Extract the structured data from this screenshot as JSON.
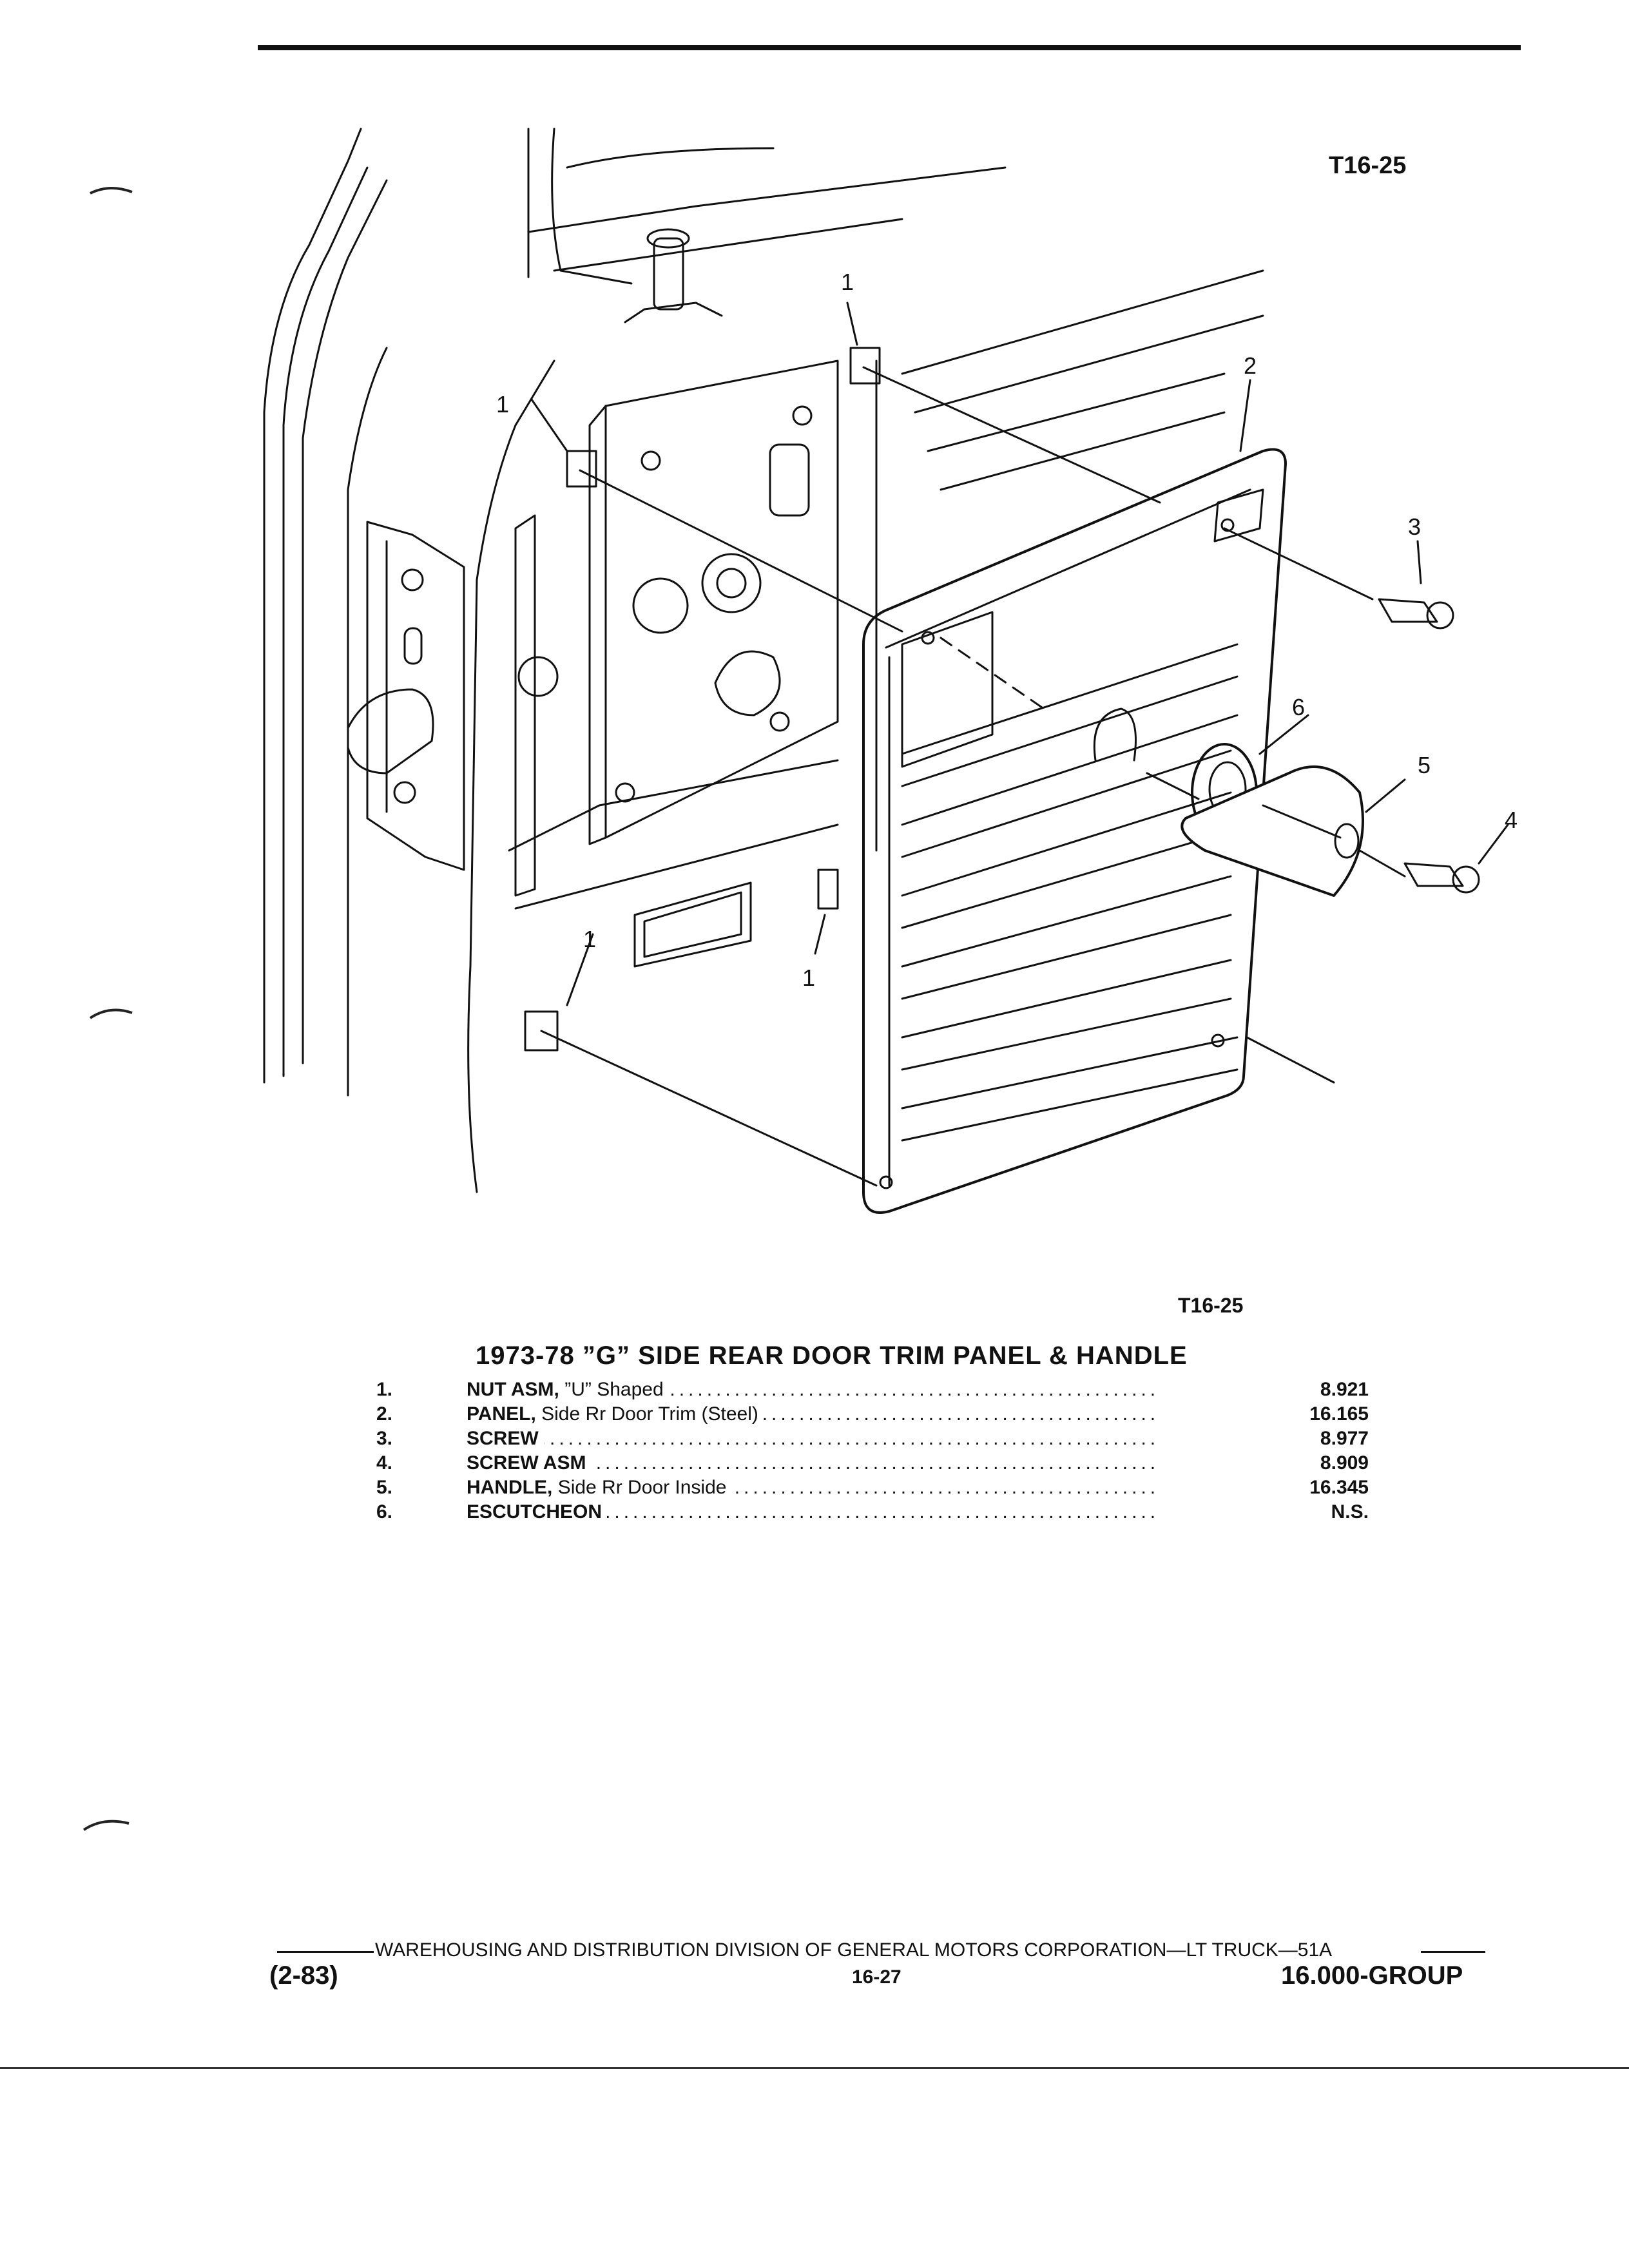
{
  "figure": {
    "id_top": "T16-25",
    "id_bottom": "T16-25",
    "callouts": [
      "1",
      "1",
      "1",
      "1",
      "2",
      "3",
      "4",
      "5",
      "6"
    ]
  },
  "title": "1973-78 ”G” SIDE REAR DOOR TRIM PANEL & HANDLE",
  "parts": [
    {
      "num": "1.",
      "name": "NUT ASM,",
      "desc": " ”U” Shaped",
      "group": "8.921"
    },
    {
      "num": "2.",
      "name": "PANEL,",
      "desc": " Side Rr Door Trim (Steel)",
      "group": "16.165"
    },
    {
      "num": "3.",
      "name": "SCREW",
      "desc": "",
      "group": "8.977"
    },
    {
      "num": "4.",
      "name": "SCREW ASM",
      "desc": "",
      "group": "8.909"
    },
    {
      "num": "5.",
      "name": "HANDLE,",
      "desc": " Side Rr Door Inside",
      "group": "16.345"
    },
    {
      "num": "6.",
      "name": "ESCUTCHEON",
      "desc": "",
      "group": "N.S."
    }
  ],
  "footer": {
    "division": "WAREHOUSING AND DISTRIBUTION  DIVISION OF GENERAL MOTORS CORPORATION—LT TRUCK—51A",
    "date": "(2-83)",
    "page": "16-27",
    "group": "16.000-GROUP"
  }
}
